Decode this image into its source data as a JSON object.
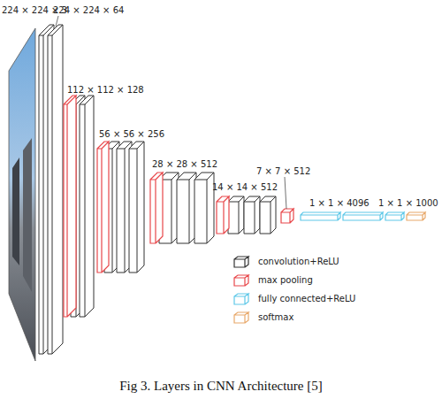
{
  "diagram": {
    "caption": "Fig 3. Layers in CNN Architecture [5]",
    "labels": [
      "224 × 224 × 3",
      "224 × 224 × 64",
      "112 × 112 × 128",
      "56 × 56 × 256",
      "28 × 28 × 512",
      "14 × 14 × 512",
      "7 × 7 × 512",
      "1 × 1 × 4096",
      "1 × 1 × 1000"
    ],
    "legend": [
      {
        "text": "convolution+ReLU",
        "color": "#333333"
      },
      {
        "text": "max pooling",
        "color": "#e8474a"
      },
      {
        "text": "fully connected+ReLU",
        "color": "#5ec8e8"
      },
      {
        "text": "softmax",
        "color": "#e8a86a"
      }
    ]
  }
}
